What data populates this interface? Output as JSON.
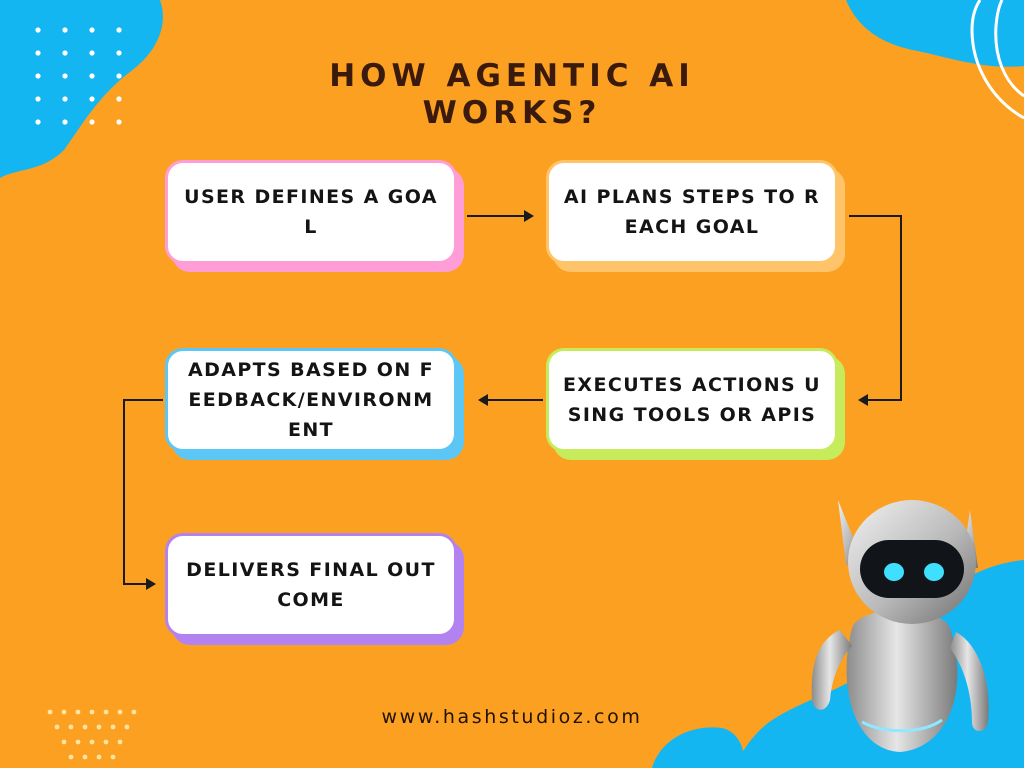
{
  "title": {
    "line1": "HOW AGENTIC AI",
    "line2": "WORKS?"
  },
  "steps": [
    {
      "label": "USER DEFINES A GOAL",
      "accent": "#ff9ed6"
    },
    {
      "label": "AI PLANS STEPS TO REACH GOAL",
      "accent": "#ffc46a"
    },
    {
      "label": "EXECUTES ACTIONS USING TOOLS OR APIS",
      "accent": "#c6ec5b"
    },
    {
      "label": "ADAPTS BASED ON FEEDBACK/ENVIRONMENT",
      "accent": "#5cc6f5"
    },
    {
      "label": "DELIVERS FINAL OUTCOME",
      "accent": "#b283f0"
    }
  ],
  "footer": "www.hashstudioz.com",
  "colors": {
    "background": "#fba021",
    "blob": "#14b6f2",
    "title_text": "#3a1a0c",
    "arrow": "#1a1a1a"
  },
  "icons": [
    "robot-mascot",
    "dot-pattern",
    "curved-line-decoration",
    "arrow-right",
    "arrow-left",
    "arrow-down"
  ]
}
